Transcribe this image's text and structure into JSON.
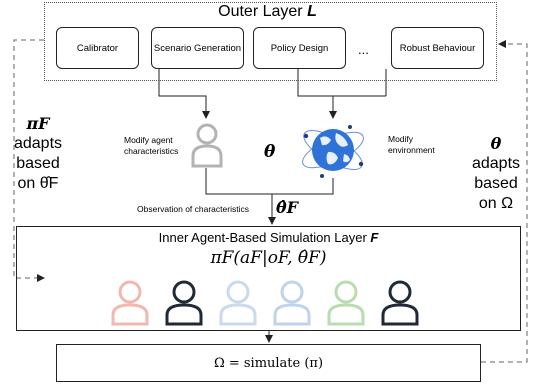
{
  "outer_layer": {
    "title": "Outer Layer ",
    "title_symbol": "L"
  },
  "components": [
    {
      "label": "Calibrator"
    },
    {
      "label": "Scenario Generation"
    },
    {
      "label": "Policy Design"
    },
    {
      "label": "..."
    },
    {
      "label": "Robust Behaviour"
    }
  ],
  "agent_label": "Modify agent\ncharacteristics",
  "environment_label": "Modify\nenvironment",
  "theta_symbol": "θ",
  "observation_label": "Observation of characteristics",
  "theta_hat_label": "θ̂F",
  "left_annotation": {
    "symbol": "πF",
    "line1": "adapts",
    "line2": "based",
    "line3": "on θ̂F"
  },
  "right_annotation": {
    "symbol": "θ",
    "line1": "adapts",
    "line2": "based",
    "line3": "on Ω"
  },
  "inner_layer": {
    "title": "Inner Agent-Based Simulation Layer ",
    "title_symbol": "F",
    "policy_formula": "πF(aF|oF, θ̂F)"
  },
  "agents": [
    {
      "color": "#f2b8b0"
    },
    {
      "color": "#1f2a36"
    },
    {
      "color": "#c9d9ee"
    },
    {
      "color": "#bfd3ec"
    },
    {
      "color": "#b9dcb0"
    },
    {
      "color": "#1f2a36"
    }
  ],
  "simulate_label": "Ω  = simulate (π)",
  "colors": {
    "line": "#222222",
    "dashed": "#666666",
    "globe": "#2f72d8",
    "person_gray": "#b3b3b3"
  }
}
